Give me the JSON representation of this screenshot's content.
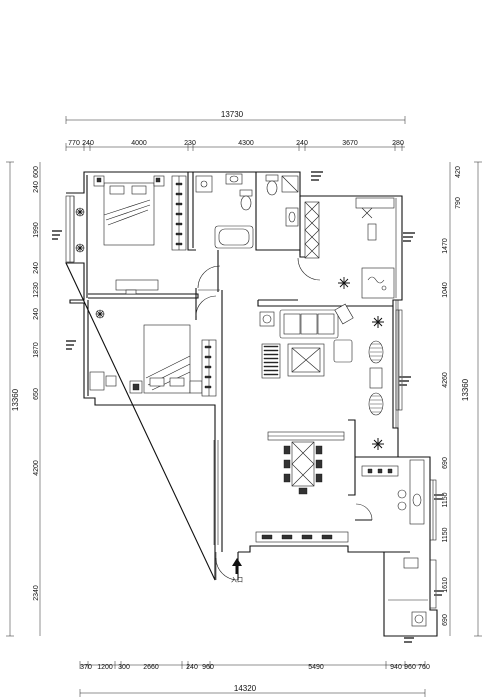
{
  "top_dims": {
    "overall": "13730",
    "segments": [
      "770",
      "240",
      "4000",
      "230",
      "4300",
      "240",
      "3670",
      "280"
    ]
  },
  "bottom_dims": {
    "overall": "14320",
    "segments": [
      "370",
      "1200",
      "300",
      "2660",
      "240",
      "960",
      "5490",
      "940",
      "960",
      "760"
    ]
  },
  "left_dims": {
    "overall": "13360",
    "segments": [
      "240",
      "600",
      "1990",
      "240",
      "1230",
      "240",
      "1870",
      "650",
      "4200",
      "2340"
    ]
  },
  "right_dims": {
    "overall": "13360",
    "segments": [
      "420",
      "790",
      "1470",
      "1040",
      "4260",
      "690",
      "1150",
      "1150",
      "1610",
      "690"
    ]
  },
  "entry_label": "入口"
}
